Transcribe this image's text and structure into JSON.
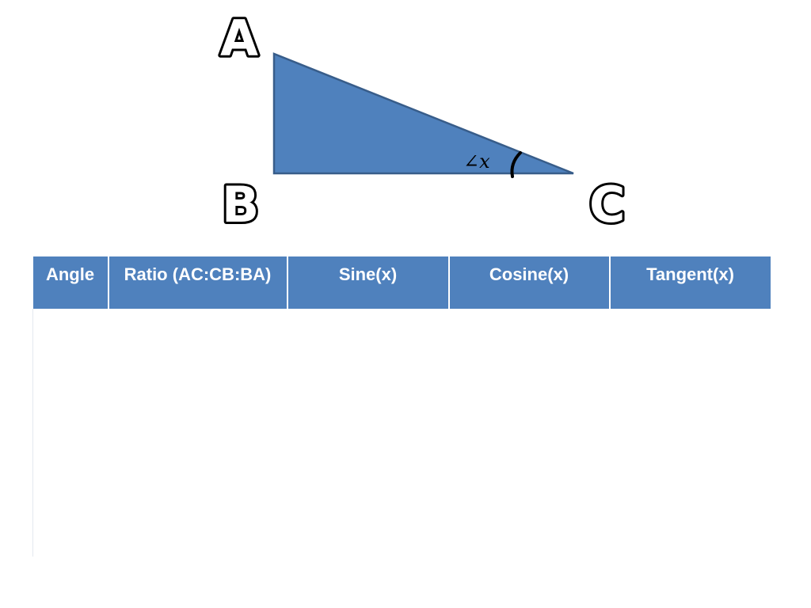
{
  "diagram": {
    "vertices": {
      "a": "A",
      "b": "B",
      "c": "C"
    },
    "angle_label": "∠x",
    "fill_color": "#4f81bd",
    "stroke_color": "#385d8a"
  },
  "table": {
    "header_color": "#4f81bd",
    "headers": {
      "angle": "Angle",
      "ratio": "Ratio (AC:CB:BA)",
      "sine": "Sine(x)",
      "cosine": "Cosine(x)",
      "tangent": "Tangent(x)"
    }
  }
}
